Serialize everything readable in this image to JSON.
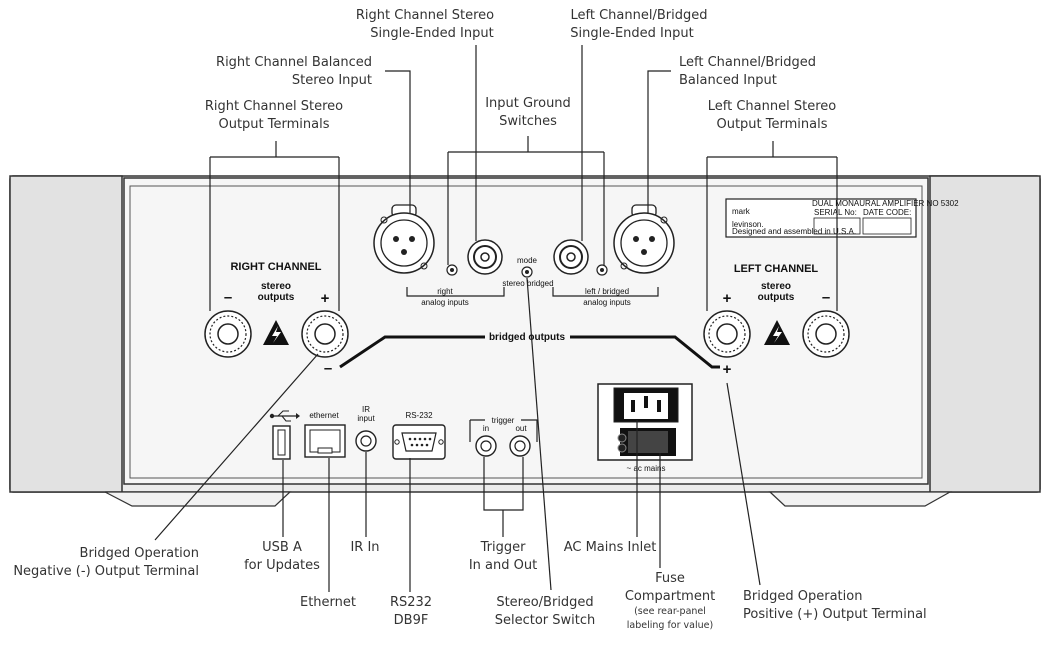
{
  "callouts": {
    "right_stereo_se_1": "Right Channel Stereo",
    "right_stereo_se_2": "Single-Ended Input",
    "left_bridged_se_1": "Left Channel/Bridged",
    "left_bridged_se_2": "Single-Ended Input",
    "right_balanced_1": "Right Channel Balanced",
    "right_balanced_2": "Stereo Input",
    "left_balanced_1": "Left Channel/Bridged",
    "left_balanced_2": "Balanced Input",
    "ground_1": "Input Ground",
    "ground_2": "Switches",
    "right_out_1": "Right Channel Stereo",
    "right_out_2": "Output Terminals",
    "left_out_1": "Left Channel Stereo",
    "left_out_2": "Output Terminals",
    "bridged_neg_1": "Bridged Operation",
    "bridged_neg_2": "Negative (-) Output Terminal",
    "usb_1": "USB A",
    "usb_2": "for Updates",
    "ir_in": "IR In",
    "ethernet": "Ethernet",
    "rs232_1": "RS232",
    "rs232_2": "DB9F",
    "trigger_1": "Trigger",
    "trigger_2": "In and Out",
    "selector_1": "Stereo/Bridged",
    "selector_2": "Selector Switch",
    "ac_inlet": "AC Mains Inlet",
    "fuse_1": "Fuse",
    "fuse_2": "Compartment",
    "fuse_3": "(see rear-panel",
    "fuse_4": "labeling for value)",
    "bridged_pos_1": "Bridged Operation",
    "bridged_pos_2": "Positive (+) Output Terminal"
  },
  "panel": {
    "right_channel": "RIGHT CHANNEL",
    "left_channel": "LEFT CHANNEL",
    "stereo": "stereo",
    "outputs": "outputs",
    "minus": "–",
    "plus": "+",
    "bridged_outputs": "bridged outputs",
    "right_analog_1": "right",
    "right_analog_2": "analog inputs",
    "left_analog_1": "left / bridged",
    "left_analog_2": "analog inputs",
    "mode": "mode",
    "stereo_bridged": "stereo  bridged",
    "ethernet": "ethernet",
    "ir_1": "IR",
    "ir_2": "input",
    "rs232": "RS-232",
    "trigger": "trigger",
    "in": "in",
    "out": "out",
    "ac_mains": "~ ac mains",
    "logo_1": "mark",
    "logo_2": "levinson.",
    "badge_title": "DUAL MONAURAL AMPLIFIER NO 5302",
    "serial": "SERIAL No:",
    "date_code": "DATE CODE:",
    "designed": "Designed and assembled in U.S.A."
  }
}
